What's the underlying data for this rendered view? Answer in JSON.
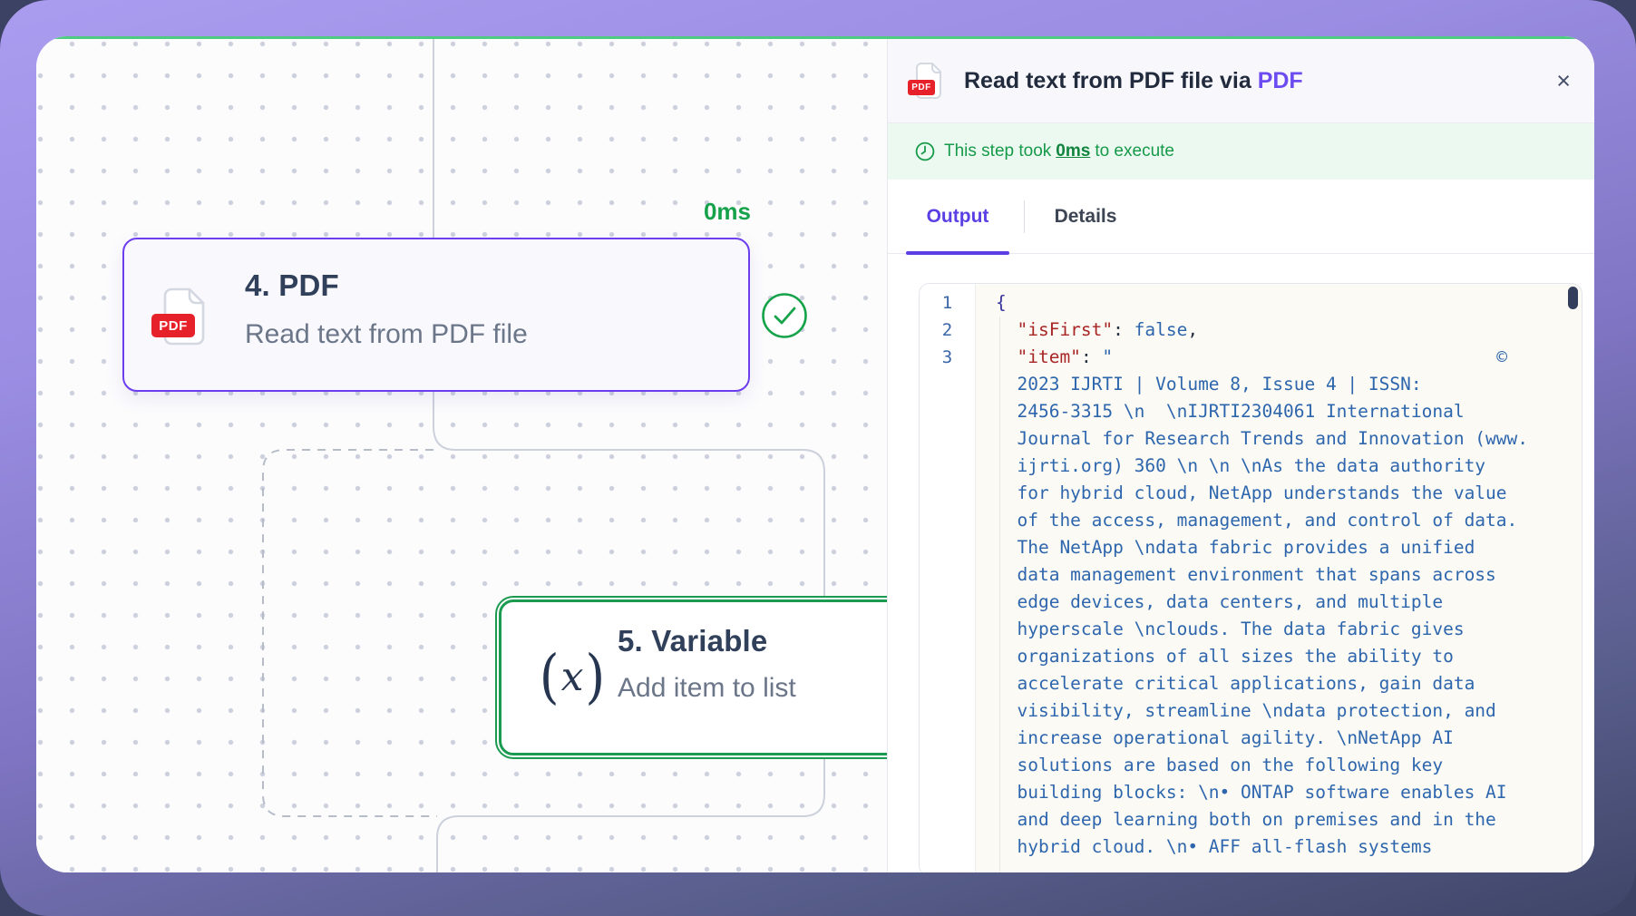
{
  "canvas": {
    "pdf_node": {
      "title": "4. PDF",
      "description": "Read text from PDF file",
      "icon_badge": "PDF",
      "duration_label": "0ms"
    },
    "variable_node": {
      "title": "5. Variable",
      "description": "Add item to list",
      "icon_open_paren": "(",
      "icon_x": "x",
      "icon_close_paren": ")"
    }
  },
  "panel": {
    "header": {
      "title_prefix": "Read text from PDF file via ",
      "app_name": "PDF",
      "icon_badge": "PDF",
      "close_glyph": "×"
    },
    "banner": {
      "text_prefix": "This step took",
      "duration": "0ms",
      "text_suffix": "to execute"
    },
    "tabs": [
      {
        "label": "Output",
        "active": true
      },
      {
        "label": "Details",
        "active": false
      }
    ],
    "code": {
      "rows": [
        {
          "n": "1",
          "parts": [
            [
              "brace",
              "{"
            ]
          ]
        },
        {
          "n": "2",
          "parts": [
            [
              "p",
              "  "
            ],
            [
              "key",
              "\"isFirst\""
            ],
            [
              "p",
              ": "
            ],
            [
              "val",
              "false"
            ],
            [
              "p",
              ","
            ]
          ]
        },
        {
          "n": "3",
          "parts": [
            [
              "p",
              "  "
            ],
            [
              "key",
              "\"item\""
            ],
            [
              "p",
              ": "
            ],
            [
              "str",
              "\""
            ],
            [
              "gap",
              ""
            ],
            [
              "str",
              "©"
            ],
            [
              "pad",
              ""
            ]
          ]
        },
        {
          "n": "",
          "parts": [
            [
              "p",
              "  "
            ],
            [
              "str",
              "2023 IJRTI | Volume 8, Issue 4 | ISSN:"
            ]
          ]
        },
        {
          "n": "",
          "parts": [
            [
              "p",
              "  "
            ],
            [
              "str",
              "2456-3315 \\n  \\nIJRTI2304061 International"
            ]
          ]
        },
        {
          "n": "",
          "parts": [
            [
              "p",
              "  "
            ],
            [
              "str",
              "Journal for Research Trends and Innovation (www."
            ]
          ]
        },
        {
          "n": "",
          "parts": [
            [
              "p",
              "  "
            ],
            [
              "str",
              "ijrti.org) 360 \\n \\n \\nAs the data authority"
            ]
          ]
        },
        {
          "n": "",
          "parts": [
            [
              "p",
              "  "
            ],
            [
              "str",
              "for hybrid cloud, NetApp understands the value"
            ]
          ]
        },
        {
          "n": "",
          "parts": [
            [
              "p",
              "  "
            ],
            [
              "str",
              "of the access, management, and control of data."
            ]
          ]
        },
        {
          "n": "",
          "parts": [
            [
              "p",
              "  "
            ],
            [
              "str",
              "The NetApp \\ndata fabric provides a unified"
            ]
          ]
        },
        {
          "n": "",
          "parts": [
            [
              "p",
              "  "
            ],
            [
              "str",
              "data management environment that spans across"
            ]
          ]
        },
        {
          "n": "",
          "parts": [
            [
              "p",
              "  "
            ],
            [
              "str",
              "edge devices, data centers, and multiple"
            ]
          ]
        },
        {
          "n": "",
          "parts": [
            [
              "p",
              "  "
            ],
            [
              "str",
              "hyperscale \\nclouds. The data fabric gives"
            ]
          ]
        },
        {
          "n": "",
          "parts": [
            [
              "p",
              "  "
            ],
            [
              "str",
              "organizations of all sizes the ability to"
            ]
          ]
        },
        {
          "n": "",
          "parts": [
            [
              "p",
              "  "
            ],
            [
              "str",
              "accelerate critical applications, gain data"
            ]
          ]
        },
        {
          "n": "",
          "parts": [
            [
              "p",
              "  "
            ],
            [
              "str",
              "visibility, streamline \\ndata protection, and"
            ]
          ]
        },
        {
          "n": "",
          "parts": [
            [
              "p",
              "  "
            ],
            [
              "str",
              "increase operational agility. \\nNetApp AI"
            ]
          ]
        },
        {
          "n": "",
          "parts": [
            [
              "p",
              "  "
            ],
            [
              "str",
              "solutions are based on the following key"
            ]
          ]
        },
        {
          "n": "",
          "parts": [
            [
              "p",
              "  "
            ],
            [
              "str",
              "building blocks: \\n• ONTAP software enables AI"
            ]
          ]
        },
        {
          "n": "",
          "parts": [
            [
              "p",
              "  "
            ],
            [
              "str",
              "and deep learning both on premises and in the"
            ]
          ]
        },
        {
          "n": "",
          "parts": [
            [
              "p",
              "  "
            ],
            [
              "str",
              "hybrid cloud. \\n• AFF all-flash systems"
            ]
          ]
        }
      ]
    }
  },
  "colors": {
    "accent_purple": "#5b3fe4",
    "node_purple": "#6d3df0",
    "success_green": "#169a49",
    "pdf_red": "#e62129",
    "frame_purple": "#9a8de2",
    "backdrop_navy": "#3c4264"
  }
}
